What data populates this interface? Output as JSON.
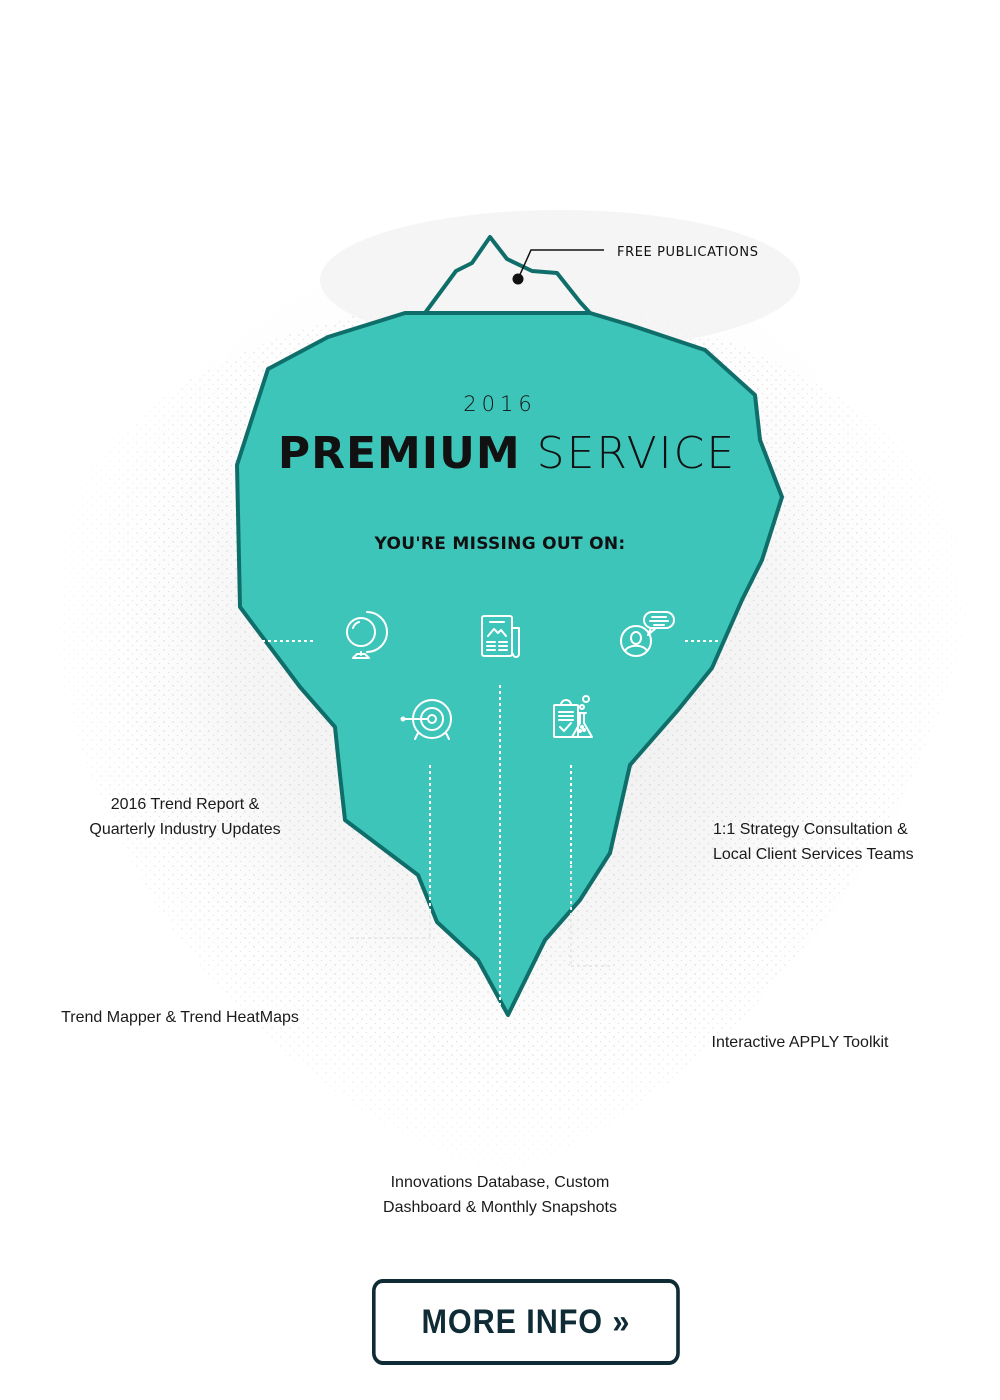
{
  "header": {
    "free_label": "FREE PUBLICATIONS",
    "year": "2016",
    "title_bold": "PREMIUM",
    "title_light": " SERVICE",
    "subtitle": "YOU'RE MISSING OUT ON:"
  },
  "features": [
    {
      "icon": "globe-icon",
      "lines": [
        "2016 Trend Report &",
        "Quarterly Industry Updates"
      ]
    },
    {
      "icon": "consultation-icon",
      "lines": [
        "1:1 Strategy Consultation &",
        "Local Client Services Teams"
      ]
    },
    {
      "icon": "target-icon",
      "lines": [
        "Trend Mapper & Trend HeatMaps"
      ]
    },
    {
      "icon": "toolkit-lab-icon",
      "lines": [
        "Interactive APPLY Toolkit"
      ]
    },
    {
      "icon": "newspaper-icon",
      "lines": [
        "Innovations Database, Custom",
        "Dashboard & Monthly Snapshots"
      ]
    }
  ],
  "cta": {
    "label": "MORE INFO »"
  },
  "colors": {
    "iceberg_fill": "#3ec5ba",
    "iceberg_outline": "#106e6a",
    "text_dark": "#111111",
    "button_border": "#0f2b35"
  }
}
